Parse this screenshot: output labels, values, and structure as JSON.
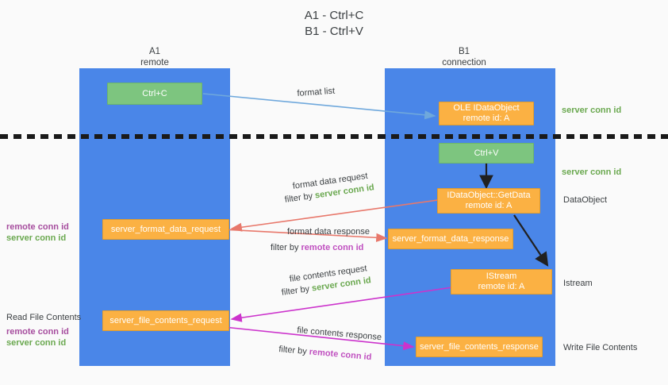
{
  "title": {
    "line1": "A1 - Ctrl+C",
    "line2": "B1 - Ctrl+V"
  },
  "columns": [
    {
      "name": "A1",
      "sub": "remote"
    },
    {
      "name": "B1",
      "sub": "connection"
    }
  ],
  "nodes": {
    "ctrl_c": {
      "label": "Ctrl+C"
    },
    "ctrl_v": {
      "label": "Ctrl+V"
    },
    "idataobject": {
      "line1": "OLE IDataObject",
      "line2": "remote id: A"
    },
    "getdata": {
      "line1": "IDataObject::GetData",
      "line2": "remote id: A"
    },
    "istream": {
      "line1": "IStream",
      "line2": "remote id: A"
    },
    "server_format_data_request": {
      "label": "server_format_data_request"
    },
    "server_format_data_response": {
      "label": "server_format_data_response"
    },
    "server_file_contents_request": {
      "label": "server_file_contents_request"
    },
    "server_file_contents_response": {
      "label": "server_file_contents_response"
    }
  },
  "edge_labels": {
    "format_list": "format list",
    "format_data_request": "format data request",
    "format_data_request_filter_pre": "filter by ",
    "format_data_request_filter_key": "server conn id",
    "format_data_response": "format data response",
    "format_data_response_filter_pre": "filter by ",
    "format_data_response_filter_key": "remote conn id",
    "file_contents_request": "file contents request",
    "file_contents_request_filter_pre": "filter by ",
    "file_contents_request_filter_key": "server conn id",
    "file_contents_response": "file contents response",
    "file_contents_response_filter_pre": "filter by ",
    "file_contents_response_filter_key": "remote conn id"
  },
  "annotations": {
    "right_server_conn_id_top": "server conn id",
    "right_server_conn_id_mid": "server conn id",
    "right_dataobject": "DataObject",
    "right_istream": "Istream",
    "right_write_file_contents": "Write File Contents",
    "left_remote_conn_id_1": "remote conn id",
    "left_server_conn_id_1": "server conn id",
    "left_read_file_contents": "Read File Contents",
    "left_remote_conn_id_2": "remote conn id",
    "left_server_conn_id_2": "server conn id"
  },
  "colors": {
    "lane": "#4a86e8",
    "node_orange": "#fbb143",
    "node_green": "#7dc57f",
    "green_text": "#6aa84f",
    "purple_text": "#a64d9e",
    "magenta_arrow": "#cc33cc",
    "red_arrow": "#e8786b",
    "blue_arrow": "#6fa8dc",
    "black_arrow": "#202020",
    "background": "#fafafa"
  }
}
